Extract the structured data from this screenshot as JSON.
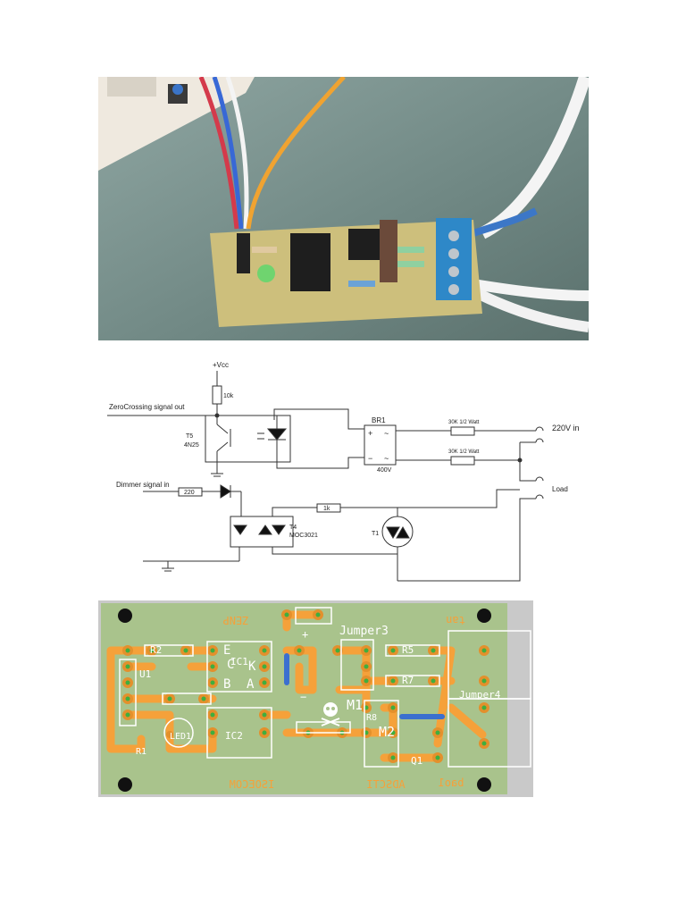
{
  "schematic": {
    "vcc": "+Vcc",
    "r_pullup": "10k",
    "zero_crossing_label": "ZeroCrossing signal out",
    "t5_name": "T5",
    "t5_part": "4N25",
    "br1_name": "BR1",
    "br1_plus": "+",
    "br1_minus": "−",
    "br1_ac1": "~",
    "br1_ac2": "~",
    "br1_rating": "400V",
    "r_top": "30K 1/2 Watt",
    "r_mid": "30K 1/2 Watt",
    "ac_in_label": "220V in",
    "load_label": "Load",
    "dimmer_label": "Dimmer signal in",
    "r_dimmer": "220",
    "r_gate": "1k",
    "t4_name": "T4",
    "t4_part": "MOC3021",
    "t1_name": "T1"
  },
  "pcb": {
    "labels": {
      "r2": "R2",
      "ic1": "IC1",
      "ic1_e": "E",
      "ic1_c": "C",
      "ic1_k": "K",
      "ic1_b": "B",
      "ic1_a": "A",
      "u1": "U1",
      "led1": "LED1",
      "r1": "R1",
      "ic2": "IC2",
      "jumper3": "Jumper3",
      "r5": "R5",
      "r7": "R7",
      "jumper4": "Jumper4",
      "m1": "M1",
      "m2": "M2",
      "r8": "R8",
      "q1": "Q1",
      "plus": "+",
      "minus": "−"
    },
    "mirrored": {
      "top_left": "ZENP",
      "top_right": "tan",
      "bottom_left": "ISOECOM",
      "bottom_mid": "ADSCTI",
      "bottom_right": "bao1"
    }
  },
  "colors": {
    "board": "#a9c38c",
    "trace": "#f5a13a",
    "pad": "#e3902c",
    "drill": "#3fae3f",
    "silkscreen": "#ffffff",
    "jumper": "#3b6fcf",
    "schematic_line": "#333333"
  }
}
